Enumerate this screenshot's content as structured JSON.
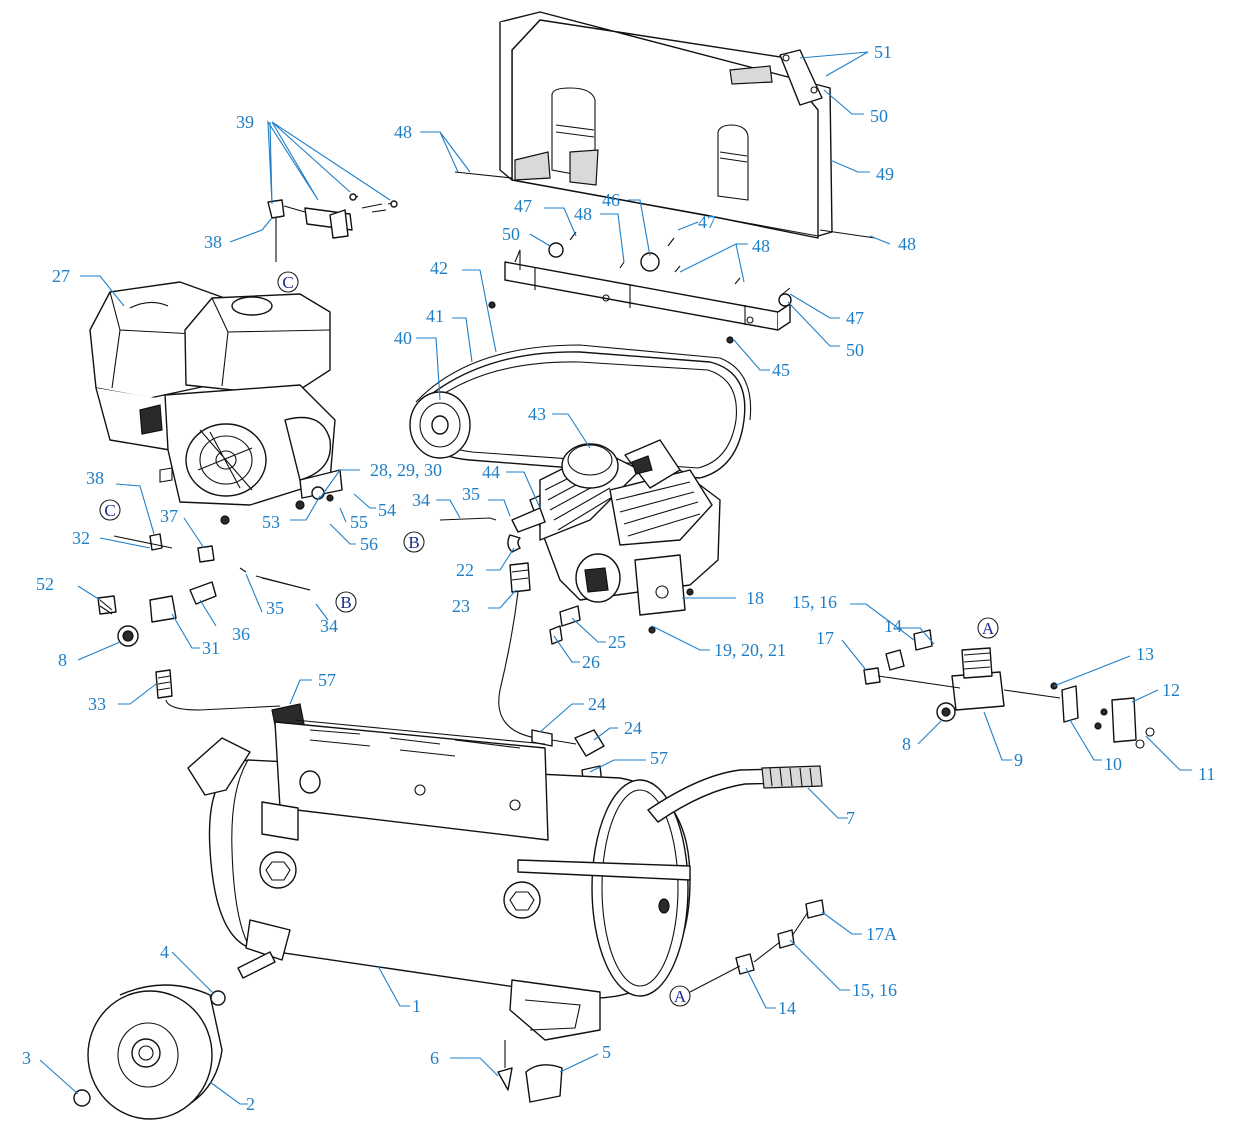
{
  "diagram": {
    "colors": {
      "callout": "#1f7fc6",
      "line": "#111111",
      "ref_letter": "#1a2a8a"
    },
    "reference_letters": [
      "A",
      "B",
      "C"
    ],
    "callouts": [
      "1",
      "2",
      "3",
      "4",
      "5",
      "6",
      "7",
      "8",
      "8",
      "9",
      "10",
      "11",
      "12",
      "13",
      "14",
      "14",
      "15, 16",
      "15, 16",
      "17",
      "17A",
      "18",
      "19, 20, 21",
      "22",
      "23",
      "24",
      "24",
      "25",
      "26",
      "27",
      "28, 29, 30",
      "31",
      "32",
      "33",
      "34",
      "34",
      "35",
      "35",
      "36",
      "37",
      "38",
      "38",
      "39",
      "40",
      "41",
      "42",
      "43",
      "44",
      "45",
      "46",
      "47",
      "47",
      "47",
      "48",
      "48",
      "48",
      "48",
      "49",
      "50",
      "50",
      "50",
      "51",
      "52",
      "53",
      "54",
      "55",
      "56",
      "57",
      "57"
    ]
  }
}
